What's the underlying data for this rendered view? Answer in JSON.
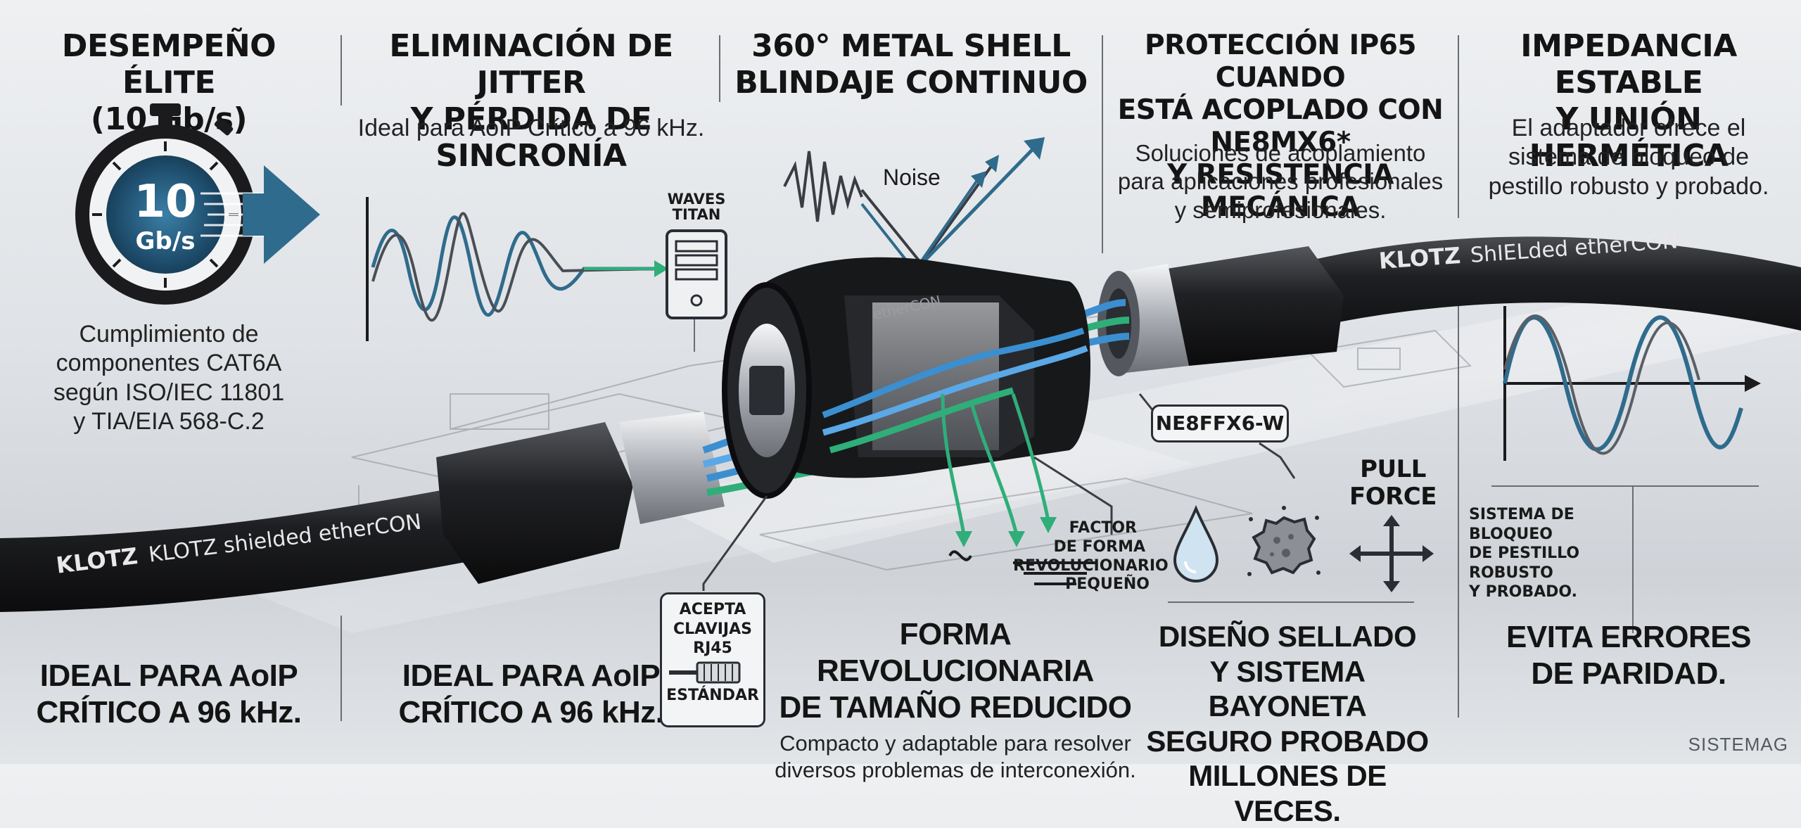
{
  "col1": {
    "title_line1": "DESEMPEÑO ÉLITE",
    "title_line2": "(10 Gb/s)",
    "gauge_number": "10",
    "gauge_unit": "Gb/s",
    "desc_line1": "Cumplimiento de",
    "desc_line2": "componentes CAT6A",
    "desc_line3": "según ISO/IEC 11801",
    "desc_line4": "y TIA/EIA 568-C.2",
    "bottom_line1": "IDEAL PARA AoIP",
    "bottom_line2": "CRÍTICO A 96 kHz."
  },
  "col2": {
    "title_line1": "ELIMINACIÓN DE JITTER",
    "title_line2": "Y PÉRDIDA DE SINCRONÍA",
    "subtitle": "Ideal para AoIP Crítico a 96 kHz.",
    "device_line1": "WAVES",
    "device_line2": "TITAN",
    "bottom_line1": "IDEAL PARA AoIP",
    "bottom_line2": "CRÍTICO A 96 kHz."
  },
  "col3": {
    "title_line1": "360° METAL SHELL",
    "title_line2": "BLINDAJE CONTINUO",
    "noise_label": "Noise"
  },
  "col4": {
    "title_line1": "PROTECCIÓN IP65 CUANDO",
    "title_line2": "ESTÁ ACOPLADO CON NE8MX6*",
    "title_line3": "Y RESISTENCIA MECÁNICA",
    "desc_line1": "Soluciones de acoplamiento",
    "desc_line2": "para aplicaciones profesionales",
    "desc_line3": "y semiprofesionales."
  },
  "col5": {
    "title_line1": "IMPEDANCIA ESTABLE",
    "title_line2": "Y UNIÓN HERMÉTICA",
    "desc_line1": "El adaptador ofrece el",
    "desc_line2": "sistema de bloqueo de",
    "desc_line3": "pestillo robusto y probado.",
    "bottom_line1": "EVITA ERRORES",
    "bottom_line2": "DE PARIDAD."
  },
  "product": {
    "model_badge": "NE8FFX6-W",
    "cable_brand_left": "KLOTZ",
    "cable_text_left": "KLOTZ shielded etherCON",
    "cable_brand_right": "KLOTZ",
    "cable_text_right": "ShIELded etherCON",
    "coupler_text": "etherCON"
  },
  "rj45": {
    "line1": "ACEPTA",
    "line2": "CLAVIJAS",
    "line3": "RJ45",
    "line4": "ESTÁNDAR"
  },
  "factor": {
    "line1": "FACTOR",
    "line2": "DE FORMA",
    "line3": "REVOLUCIONARIO",
    "line4": "PEQUEÑO"
  },
  "form": {
    "title_line1": "FORMA REVOLUCIONARIA",
    "title_line2": "DE TAMAÑO REDUCIDO",
    "desc_line1": "Compacto y adaptable para resolver",
    "desc_line2": "diversos problemas de interconexión."
  },
  "sealed": {
    "title_line1": "DISEÑO SELLADO",
    "title_line2": "Y SISTEMA BAYONETA",
    "title_line3": "SEGURO PROBADO",
    "title_line4": "MILLONES DE VECES."
  },
  "pull": {
    "line1": "PULL",
    "line2": "FORCE"
  },
  "lock": {
    "line1": "SISTEMA DE",
    "line2": "BLOQUEO",
    "line3": "DE PESTILLO",
    "line4": "ROBUSTO",
    "line5": "Y PROBADO."
  },
  "watermark": "SISTEMAG",
  "colors": {
    "accent_blue": "#2f6b8c",
    "wire_blue": "#3b8fd0",
    "wire_green": "#2fae7a",
    "cable_black": "#1b1c1e",
    "metal": "#b9bcc0"
  }
}
